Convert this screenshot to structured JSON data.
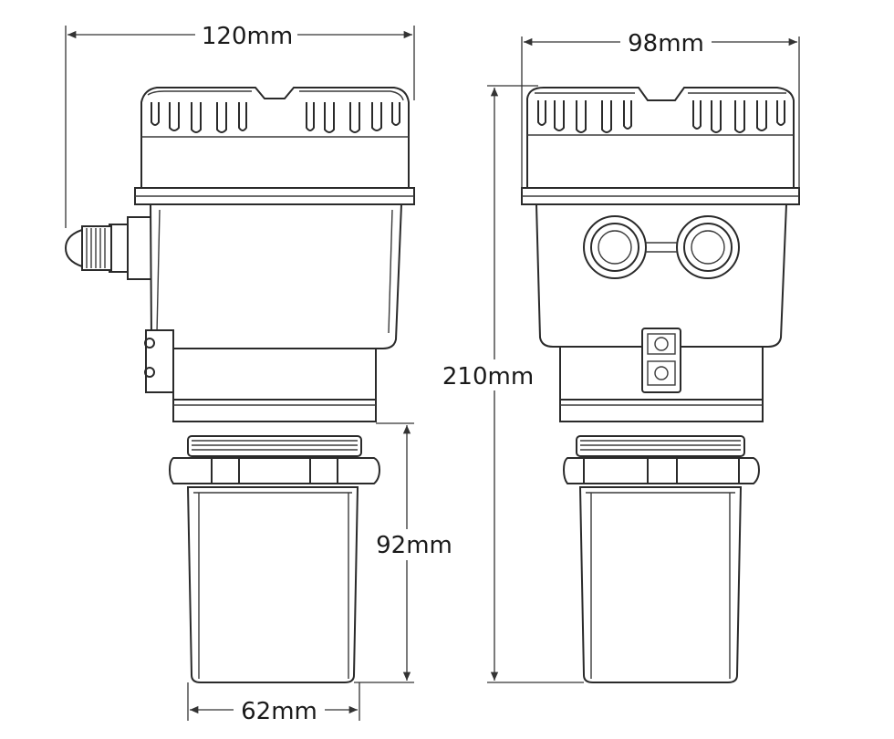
{
  "dimensions": {
    "front_width": "120mm",
    "side_width": "98mm",
    "total_height": "210mm",
    "probe_height": "92mm",
    "probe_width": "62mm"
  }
}
